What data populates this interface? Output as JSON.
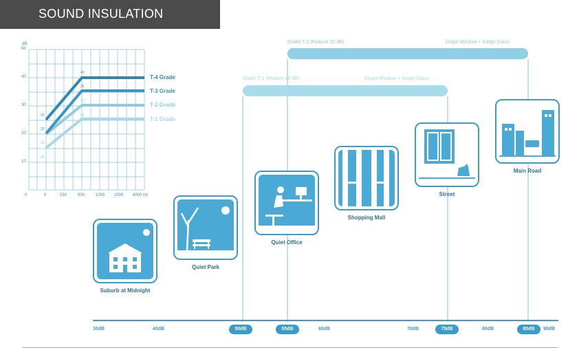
{
  "header": {
    "title": "SOUND INSULATION"
  },
  "chart": {
    "y_unit": "dB",
    "y_ticks": [
      "50",
      "40",
      "30",
      "20",
      "10"
    ],
    "x_ticks": [
      "0",
      "0",
      "250",
      "500",
      "1000",
      "2000",
      "4000 Hz"
    ],
    "grades": [
      {
        "label": "T-4 Grade",
        "color": "#2e86bd",
        "start": "20",
        "end": "40"
      },
      {
        "label": "T-3 Grade",
        "color": "#3a96c8",
        "start": "20",
        "end": "35"
      },
      {
        "label": "T-2 Grade",
        "color": "#8fcbe4",
        "start": "15",
        "end": "30"
      },
      {
        "label": "T-1 Grade",
        "color": "#a8d7ea",
        "start": "10",
        "end": "25"
      }
    ]
  },
  "bands": {
    "t2": {
      "label": "Grade T-2 (Reduce 30 dB)",
      "window": "Single Window + Single Glass"
    },
    "t1": {
      "label": "Grade T-1 (Reduce 25 dB)",
      "window": "Single Window + Single Glass"
    }
  },
  "scenes": [
    {
      "name": "Suburb at Midnight"
    },
    {
      "name": "Quiet Park"
    },
    {
      "name": "Quiet Office"
    },
    {
      "name": "Shopping Mall"
    },
    {
      "name": "Street"
    },
    {
      "name": "Main Road"
    }
  ],
  "axis": {
    "plain": [
      "30dB",
      "40dB",
      "60dB",
      "70dB",
      "80dB",
      "90dB"
    ],
    "highlight": [
      "50dB",
      "55dB",
      "75dB",
      "85dB"
    ]
  },
  "colors": {
    "accent": "#3a9ccb",
    "dark": "#2d6f96",
    "header_bg": "#4b4b4b"
  }
}
